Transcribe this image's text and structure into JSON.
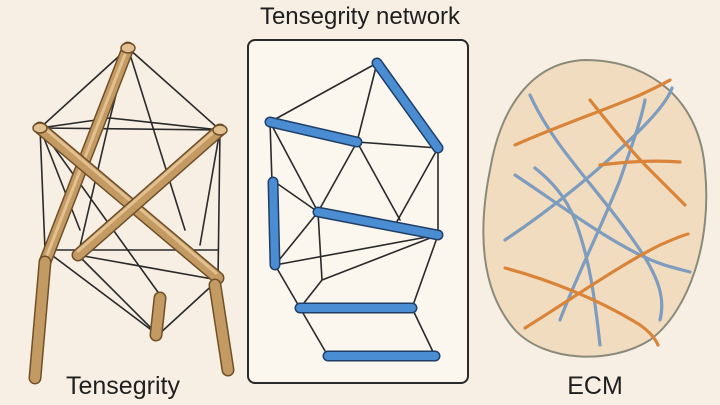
{
  "title": "Tensegrity network",
  "panels": {
    "left": {
      "label": "Tensegrity"
    },
    "middle": {
      "label": ""
    },
    "right": {
      "label": "ECM"
    }
  },
  "colors": {
    "background": "#f7efe3",
    "strut_wood": "#c49a63",
    "strut_wood_highlight": "#e2c08f",
    "strut_blue": "#4a8dd2",
    "cable": "#2a2a2a",
    "ecm_fill": "#f1dcc0",
    "ecm_fiber_blue": "#7d9cbe",
    "ecm_fiber_orange": "#d98438"
  }
}
